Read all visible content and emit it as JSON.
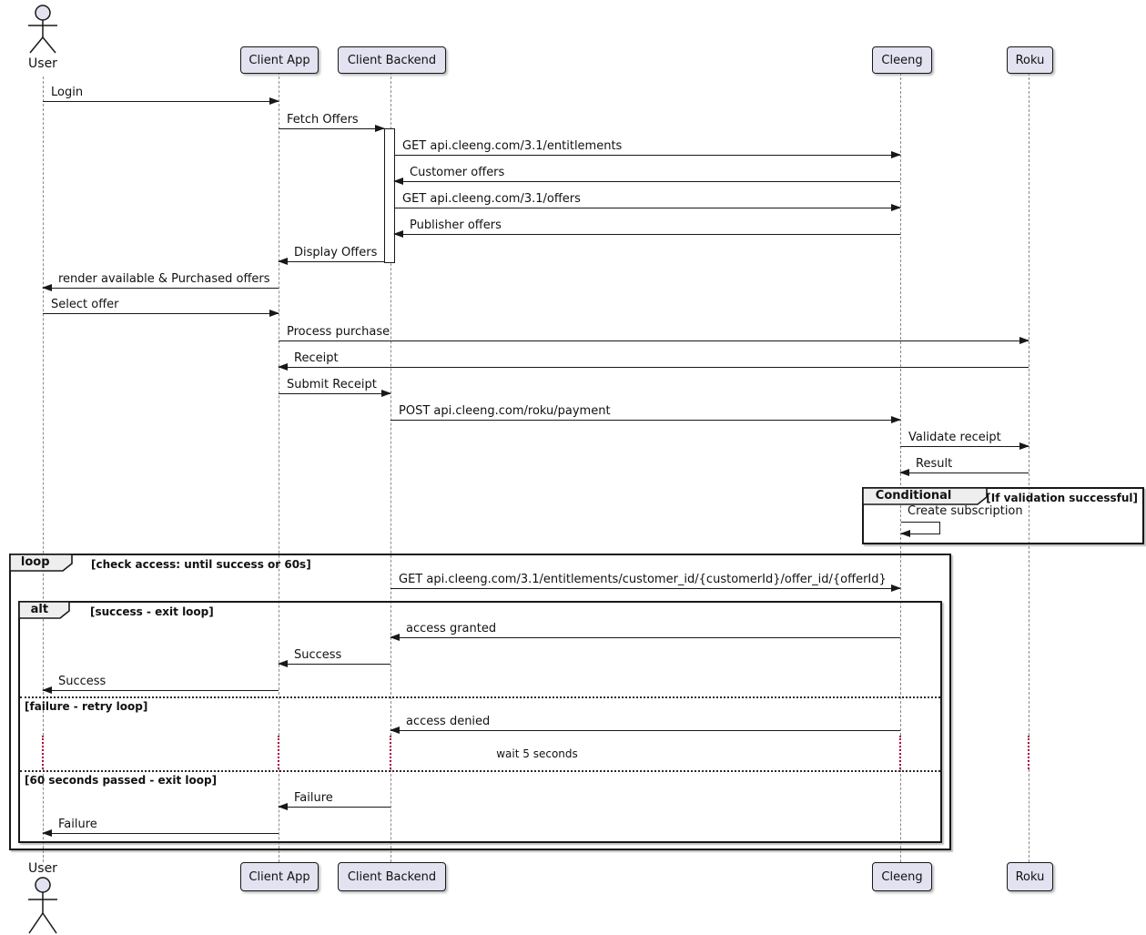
{
  "diagram": {
    "type": "uml-sequence-diagram",
    "participants": [
      {
        "id": "user",
        "label": "User",
        "kind": "actor"
      },
      {
        "id": "client-app",
        "label": "Client App",
        "kind": "participant"
      },
      {
        "id": "client-backend",
        "label": "Client Backend",
        "kind": "participant"
      },
      {
        "id": "cleeng",
        "label": "Cleeng",
        "kind": "participant"
      },
      {
        "id": "roku",
        "label": "Roku",
        "kind": "participant"
      }
    ],
    "messages": {
      "login": "Login",
      "fetch_offers": "Fetch Offers",
      "get_entitlements": "GET api.cleeng.com/3.1/entitlements",
      "customer_offers": "Customer offers",
      "get_offers": "GET api.cleeng.com/3.1/offers",
      "publisher_offers": "Publisher offers",
      "display_offers": "Display Offers",
      "render_offers": "render available & Purchased offers",
      "select_offer": "Select offer",
      "process_purchase": "Process purchase",
      "receipt": "Receipt",
      "submit_receipt": "Submit Receipt",
      "post_payment": "POST api.cleeng.com/roku/payment",
      "validate_receipt": "Validate receipt",
      "result": "Result",
      "create_subscription": "Create subscription",
      "get_entitlement_check": "GET api.cleeng.com/3.1/entitlements/customer_id/{customerId}/offer_id/{offerId}",
      "access_granted": "access granted",
      "success_backend": "Success",
      "success_user": "Success",
      "access_denied": "access denied",
      "wait": "wait 5 seconds",
      "failure_backend": "Failure",
      "failure_user": "Failure"
    },
    "fragments": {
      "conditional": {
        "keyword": "Conditional",
        "guard": "[If validation successful]"
      },
      "loop": {
        "keyword": "loop",
        "guard": "[check access: until success or 60s]"
      },
      "alt": {
        "keyword": "alt",
        "guard": "[success - exit loop]",
        "divider1": "[failure - retry loop]",
        "divider2": "[60 seconds passed - exit loop]"
      }
    },
    "colors": {
      "line": "#181818",
      "participant_fill": "#E2E2F0",
      "fragment_header_fill": "#EEEEEE",
      "lifeline": "#8a8a8a",
      "delay_dotted": "#A80036"
    }
  }
}
